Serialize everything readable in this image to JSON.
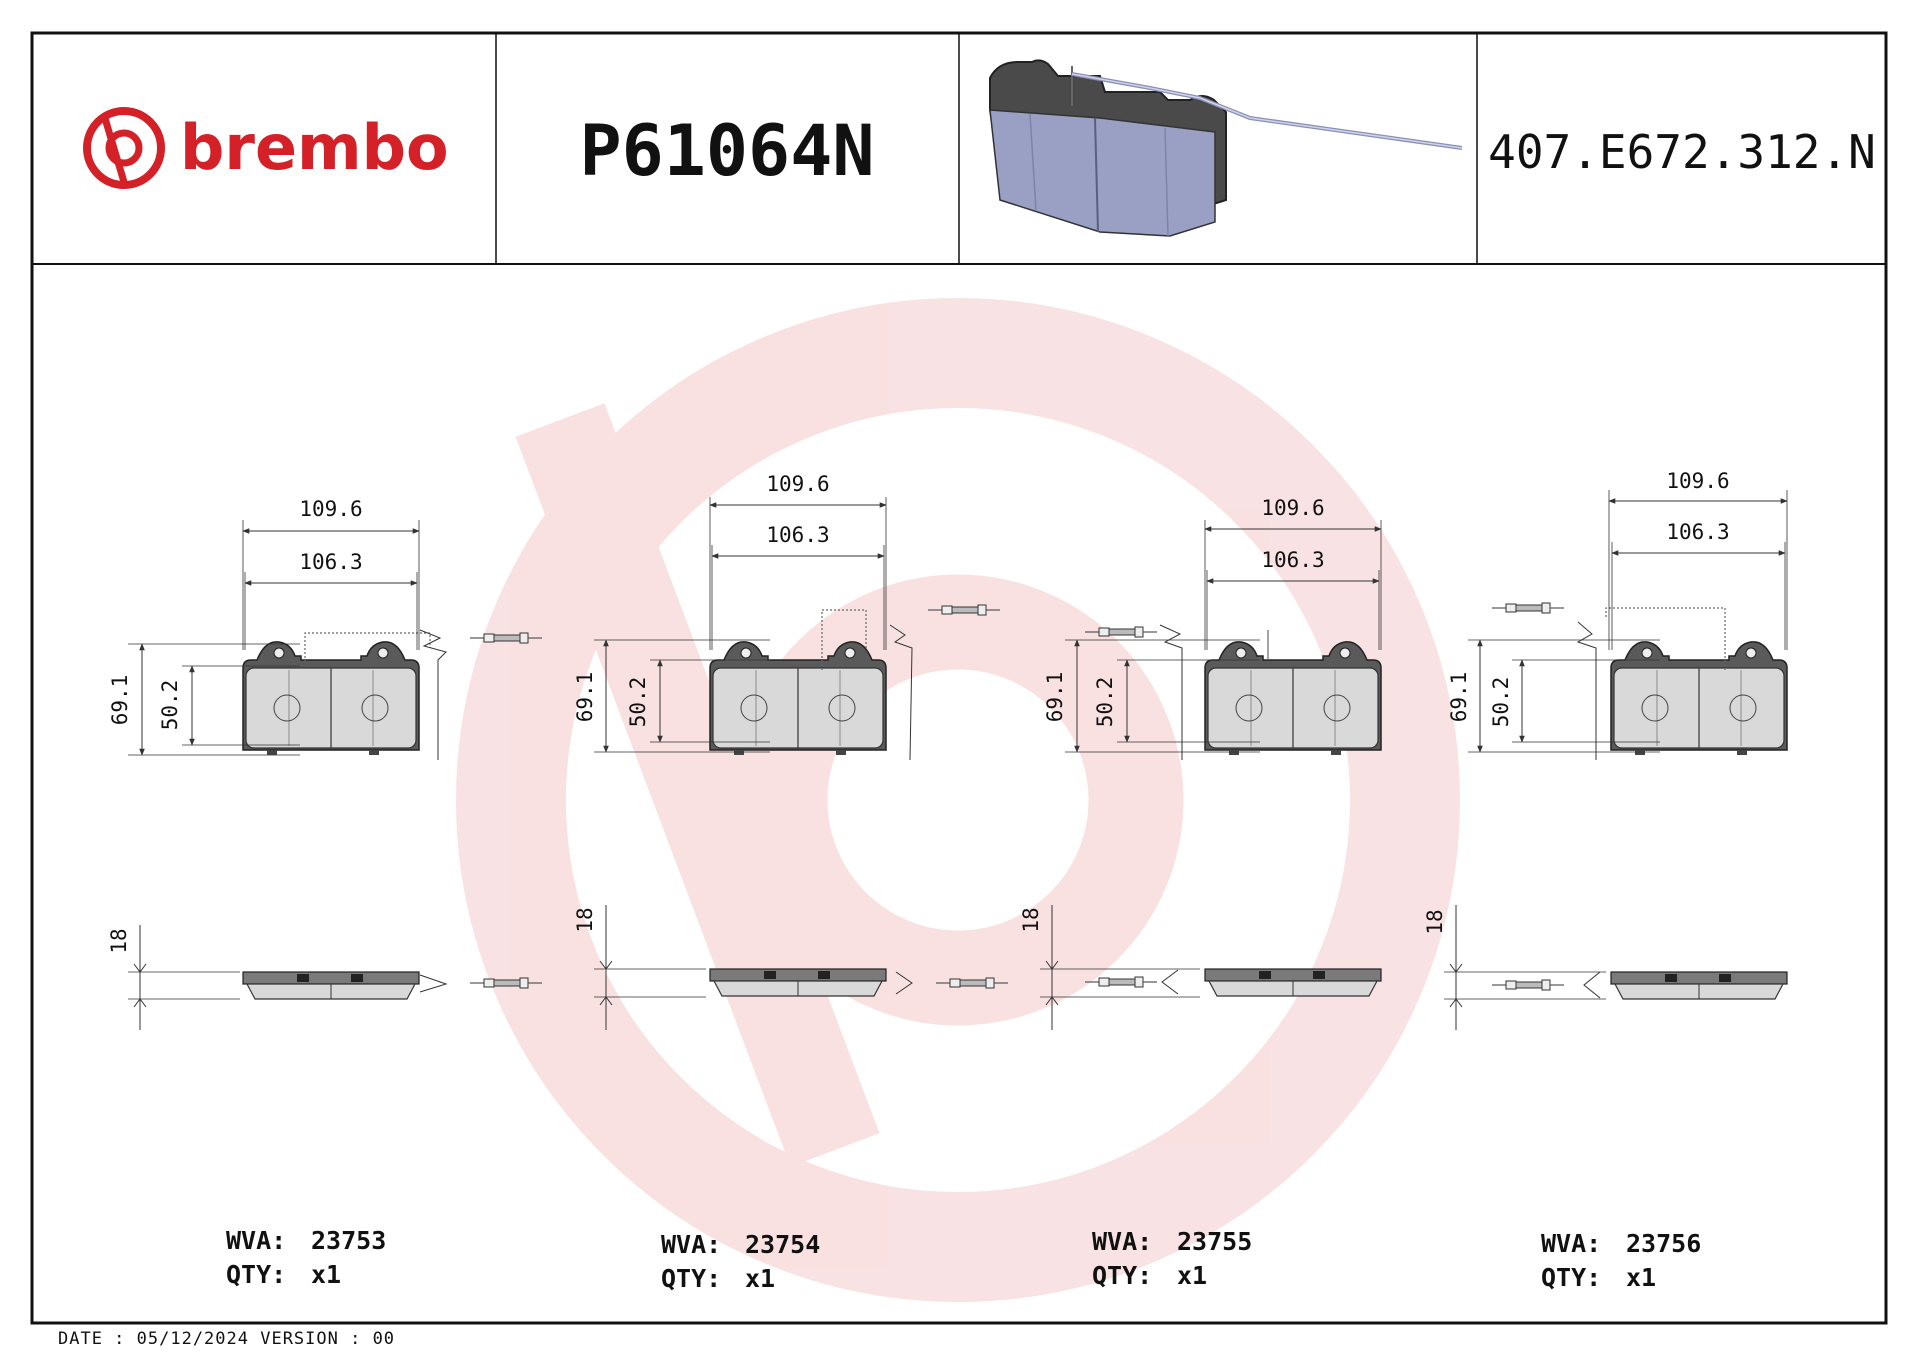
{
  "header": {
    "brand": "brembo",
    "part_number": "P61064N",
    "ref_code": "407.E672.312.N"
  },
  "colors": {
    "brand_red": "#d42027",
    "pad_face": "#d9d9d9",
    "backing": "#555555",
    "render_pad": "#9a9fc4"
  },
  "pads": [
    {
      "width_outer": "109.6",
      "width_inner": "106.3",
      "height_total": "69.1",
      "height_friction": "50.2",
      "thickness": "18",
      "wva_label": "WVA:",
      "wva": "23753",
      "qty_label": "QTY:",
      "qty": "x1"
    },
    {
      "width_outer": "109.6",
      "width_inner": "106.3",
      "height_total": "69.1",
      "height_friction": "50.2",
      "thickness": "18",
      "wva_label": "WVA:",
      "wva": "23754",
      "qty_label": "QTY:",
      "qty": "x1"
    },
    {
      "width_outer": "109.6",
      "width_inner": "106.3",
      "height_total": "69.1",
      "height_friction": "50.2",
      "thickness": "18",
      "wva_label": "WVA:",
      "wva": "23755",
      "qty_label": "QTY:",
      "qty": "x1"
    },
    {
      "width_outer": "109.6",
      "width_inner": "106.3",
      "height_total": "69.1",
      "height_friction": "50.2",
      "thickness": "18",
      "wva_label": "WVA:",
      "wva": "23756",
      "qty_label": "QTY:",
      "qty": "x1"
    }
  ],
  "footer": {
    "text": "DATE : 05/12/2024 VERSION : 00"
  }
}
